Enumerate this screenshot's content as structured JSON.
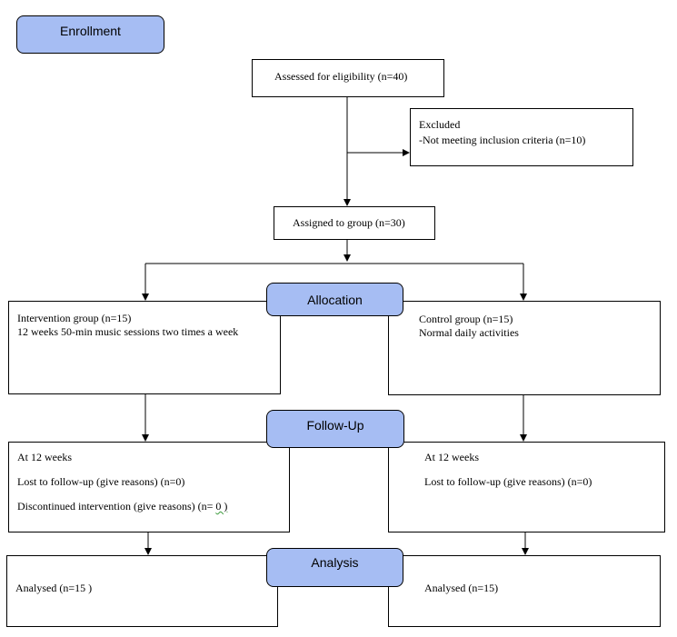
{
  "stages": {
    "enrollment": "Enrollment",
    "allocation": "Allocation",
    "follow_up": "Follow-Up",
    "analysis": "Analysis"
  },
  "assessed": "Assessed for eligibility  (n=40)",
  "excluded": {
    "title": "Excluded",
    "reason": "-Not meeting inclusion criteria  (n=10)"
  },
  "assigned": "Assigned to group (n=30)",
  "intervention": {
    "allocation": [
      "Intervention group (n=15)",
      "12 weeks 50-min music sessions two times a week"
    ],
    "follow_up": [
      "At 12 weeks",
      "Lost to follow-up (give reasons) (n=0)",
      "Discontinued intervention (give reasons) (n= ",
      "0 )"
    ],
    "analysis": "Analysed  (n=15 )"
  },
  "control": {
    "allocation": [
      "Control group (n=15)",
      "Normal daily activities"
    ],
    "follow_up": [
      "At 12 weeks",
      "Lost to follow-up (give reasons) (n=0)"
    ],
    "analysis": "Analysed  (n=15)"
  }
}
